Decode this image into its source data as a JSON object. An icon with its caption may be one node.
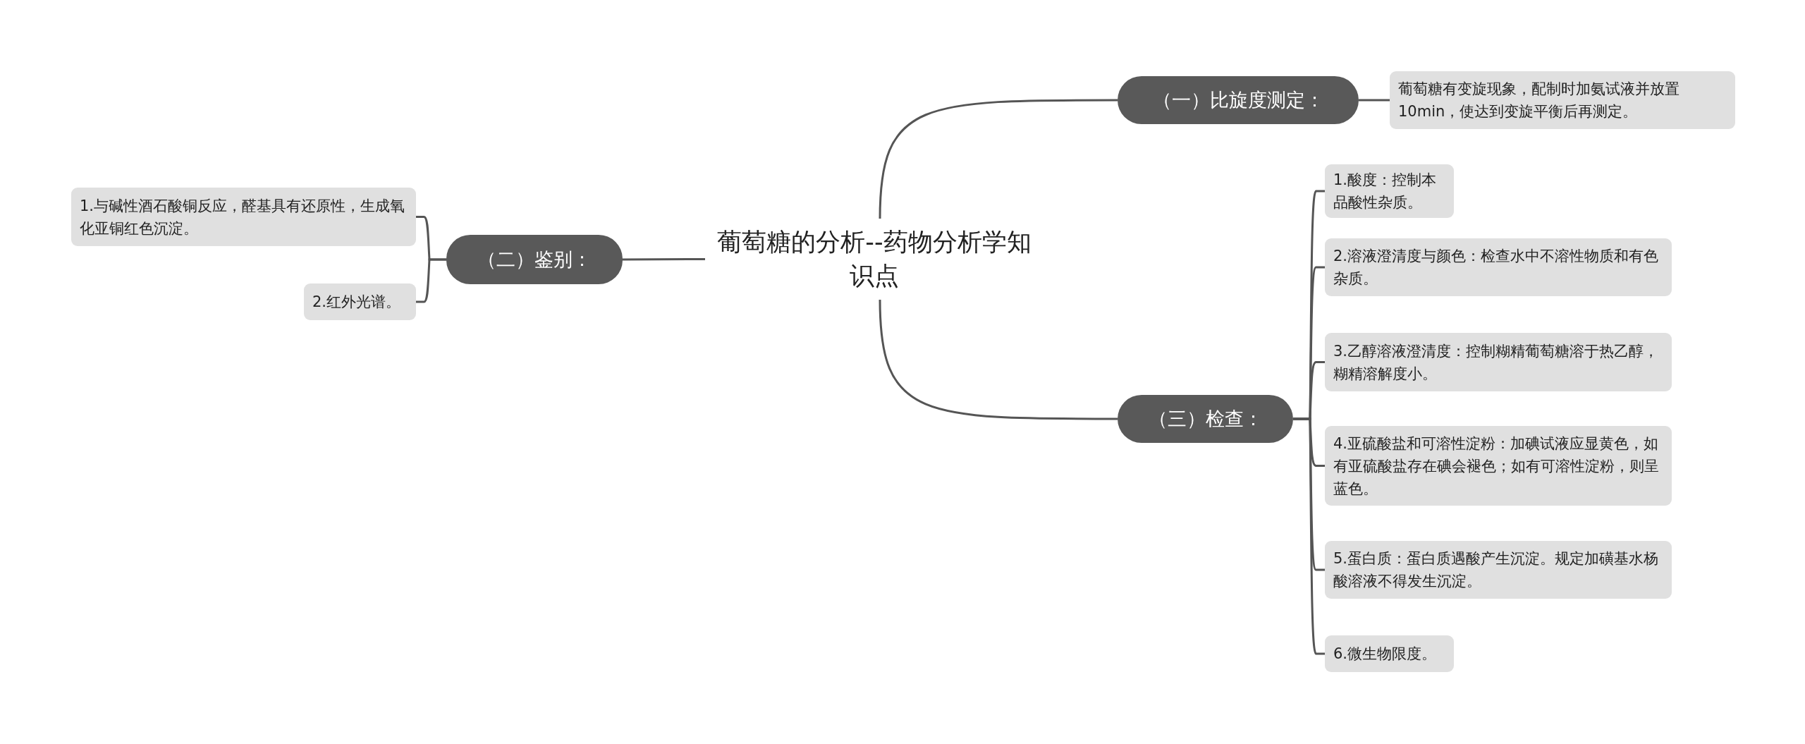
{
  "diagram": {
    "nodes": [
      {
        "text": [
          "葡萄糖的分析--药物分析学知识点"
        ]
      },
      {
        "text": [
          "（一）比旋度测定："
        ]
      },
      {
        "text": [
          "葡萄糖有变旋现象，配制时加氨试液并放置10min，使达到变旋平衡后再测定。"
        ]
      },
      {
        "text": [
          "（二）鉴别："
        ]
      },
      {
        "text": [
          "1.与碱性酒石酸铜反应，醛基具有还原性，生成氧化亚铜红色沉淀。"
        ]
      },
      {
        "text": [
          "2.红外光谱。"
        ]
      },
      {
        "text": [
          "（三）检查："
        ]
      },
      {
        "text": [
          "1.酸度：控制本品酸性杂质。"
        ]
      },
      {
        "text": [
          "2.溶液澄清度与颜色：检查水中不溶性物质和有色杂质。"
        ]
      },
      {
        "text": [
          "3.乙醇溶液澄清度：控制糊精葡萄糖溶于热乙醇，糊精溶解度小。"
        ]
      },
      {
        "text": [
          "4.亚硫酸盐和可溶性淀粉：加碘试液应显黄色，如有亚硫酸盐存在碘会褪色；如有可溶性淀粉，则呈蓝色。"
        ]
      },
      {
        "text": [
          "5.蛋白质：蛋白质遇酸产生沉淀。规定加磺基水杨酸溶液不得发生沉淀。"
        ]
      },
      {
        "text": [
          "6.微生物限度。"
        ]
      }
    ],
    "edges": [
      {
        "from": 0,
        "to": 1,
        "arrow": "none"
      },
      {
        "from": 1,
        "to": 2,
        "arrow": "none"
      },
      {
        "from": 0,
        "to": 3,
        "arrow": "none"
      },
      {
        "from": 3,
        "to": 4,
        "arrow": "none"
      },
      {
        "from": 3,
        "to": 5,
        "arrow": "none"
      },
      {
        "from": 0,
        "to": 6,
        "arrow": "none"
      },
      {
        "from": 6,
        "to": 7,
        "arrow": "none"
      },
      {
        "from": 6,
        "to": 8,
        "arrow": "none"
      },
      {
        "from": 6,
        "to": 9,
        "arrow": "none"
      },
      {
        "from": 6,
        "to": 10,
        "arrow": "none"
      },
      {
        "from": 6,
        "to": 11,
        "arrow": "none"
      },
      {
        "from": 6,
        "to": 12,
        "arrow": "none"
      }
    ]
  }
}
